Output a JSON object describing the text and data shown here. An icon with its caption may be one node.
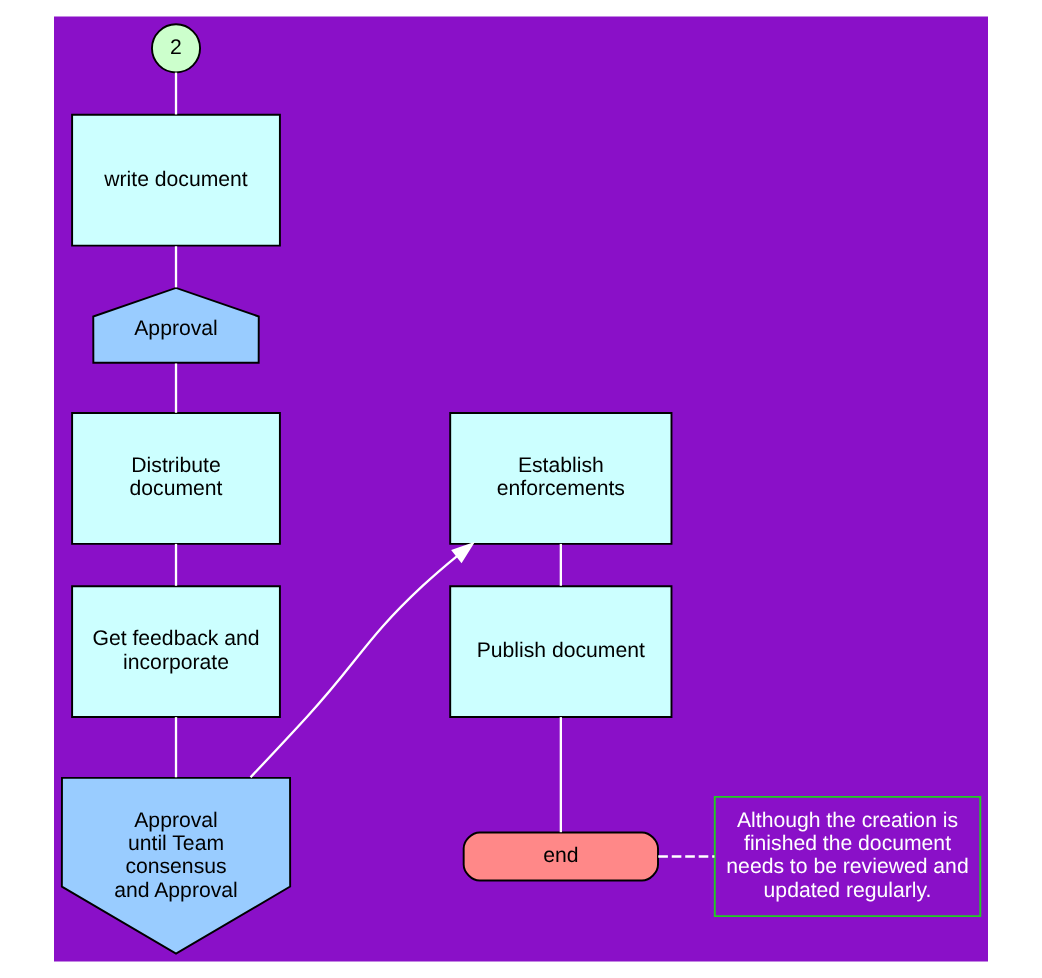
{
  "diagram": {
    "nodes": [
      {
        "text": [
          "2"
        ]
      },
      {
        "text": [
          "write document"
        ]
      },
      {
        "text": [
          "Approval"
        ]
      },
      {
        "text": [
          "Distribute document"
        ]
      },
      {
        "text": [
          "Get feedback and incorporate"
        ]
      },
      {
        "text": [
          "Approval until Team consensus and Approval"
        ]
      },
      {
        "text": [
          "Establish enforcements"
        ]
      },
      {
        "text": [
          "Publish document"
        ]
      },
      {
        "text": [
          "end"
        ]
      },
      {
        "text": [
          "Although the creation is finished the document needs to be reviewed and updated regularly."
        ]
      }
    ],
    "edges": [
      {
        "from": 0,
        "to": 1,
        "arrow": "none"
      },
      {
        "from": 1,
        "to": 2,
        "arrow": "none"
      },
      {
        "from": 2,
        "to": 3,
        "arrow": "none"
      },
      {
        "from": 3,
        "to": 4,
        "arrow": "none"
      },
      {
        "from": 4,
        "to": 5,
        "arrow": "none"
      },
      {
        "from": 5,
        "to": 6,
        "arrow": "to"
      },
      {
        "from": 6,
        "to": 7,
        "arrow": "none"
      },
      {
        "from": 7,
        "to": 8,
        "arrow": "none"
      },
      {
        "from": 8,
        "to": 9,
        "arrow": "none",
        "style": "dashed"
      }
    ]
  }
}
